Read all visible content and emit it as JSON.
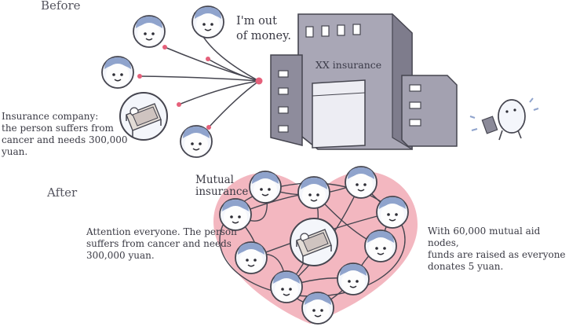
{
  "labels": {
    "before": "Before",
    "after": "After",
    "speech": "I'm out\nof money.",
    "building_sign": "XX insurance",
    "insurance_note": "Insurance company:\nthe person suffers from\ncancer and needs 300,000\nyuan.",
    "mutual": "Mutual\ninsurance",
    "attention": "Attention everyone. The person\nsuffers from cancer and needs\n300,000 yuan.",
    "nodes_note": "With 60,000 mutual aid nodes,\nfunds are raised as everyone\ndonates 5 yuan."
  },
  "colors": {
    "face_cap": "#8fa3cc",
    "heart_fill": "#f3b7c0",
    "link_dot": "#e5607a",
    "building": "#8b8a99",
    "line": "#45454f"
  }
}
